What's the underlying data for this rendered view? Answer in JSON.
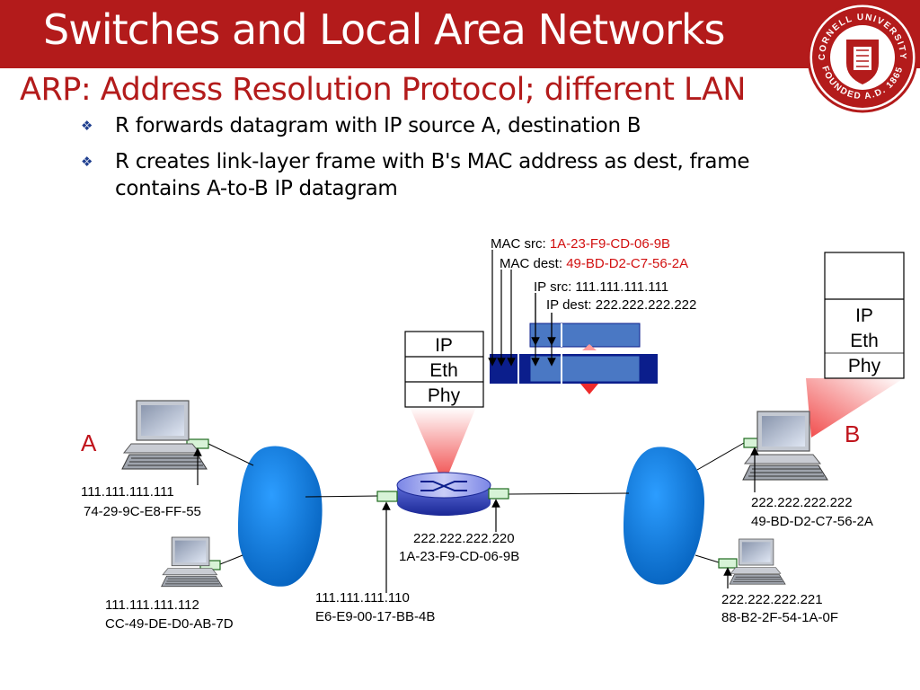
{
  "slide": {
    "title": "Switches and Local Area Networks",
    "subtitle": "ARP: Address Resolution Protocol; different LAN",
    "bullets": [
      "R forwards datagram with IP source A, destination B",
      "R creates link-layer frame with B's MAC address as dest, frame contains A-to-B IP datagram"
    ],
    "bullet_icon": "diamond-bullet-icon",
    "seal_icon": "cornell-university-seal-icon",
    "seal_text": "CORNELL UNIVERSITY FOUNDED A.D. 1865",
    "colors": {
      "brand_red": "#b31b1b",
      "frame_dark": "#0b1e8c",
      "frame_light": "#4a78c4",
      "highlight_red": "#d21010"
    }
  },
  "frame": {
    "mac_src_label": "MAC src:",
    "mac_src_value": "1A-23-F9-CD-06-9B",
    "mac_dest_label": "MAC dest:",
    "mac_dest_value": "49-BD-D2-C7-56-2A",
    "ip_src": "IP src: 111.111.111.111",
    "ip_dest": "IP dest: 222.222.222.222"
  },
  "router": {
    "stack": [
      "IP",
      "Eth",
      "Phy"
    ],
    "left_ip": "111.111.111.110",
    "left_mac": "E6-E9-00-17-BB-4B",
    "right_ip": "222.222.222.220",
    "right_mac": "1A-23-F9-CD-06-9B"
  },
  "host_b_stack": [
    "IP",
    "Eth",
    "Phy"
  ],
  "hosts": {
    "a": {
      "letter": "A",
      "ip": "111.111.111.111",
      "mac": "74-29-9C-E8-FF-55"
    },
    "a2": {
      "ip": "111.111.111.112",
      "mac": "CC-49-DE-D0-AB-7D"
    },
    "b": {
      "letter": "B",
      "ip": "222.222.222.222",
      "mac": "49-BD-D2-C7-56-2A"
    },
    "b2": {
      "ip": "222.222.222.221",
      "mac": "88-B2-2F-54-1A-0F"
    }
  }
}
